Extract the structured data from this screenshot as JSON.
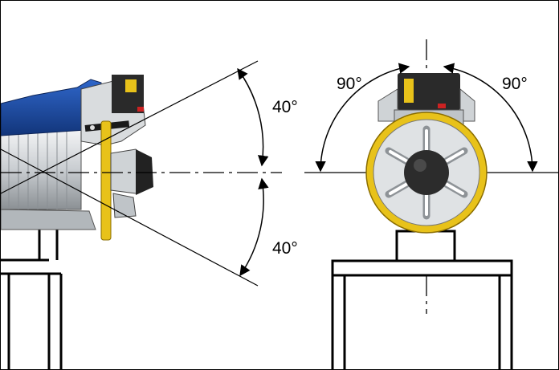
{
  "angle_labels": {
    "tilt_up": "40°",
    "tilt_down": "40°",
    "rotate_left": "90°",
    "rotate_right": "90°"
  },
  "colors": {
    "body_blue": "#1f4ea8",
    "ring_yellow": "#e8c21a",
    "grey": "#bfc4c8",
    "dark": "#222222"
  }
}
